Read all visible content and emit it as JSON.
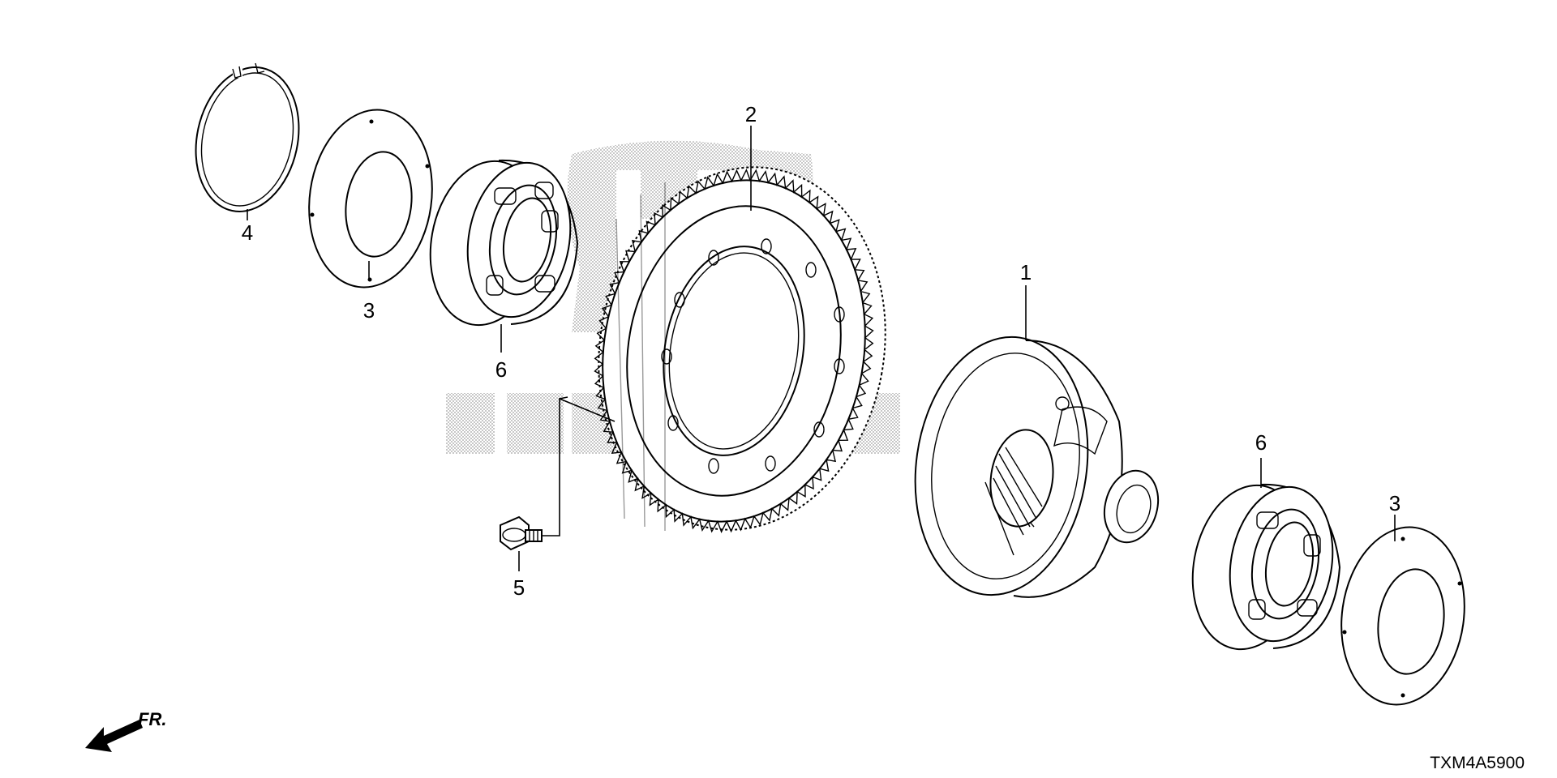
{
  "diagram": {
    "callouts": [
      {
        "id": "c1",
        "label": "1"
      },
      {
        "id": "c2",
        "label": "2"
      },
      {
        "id": "c3a",
        "label": "3"
      },
      {
        "id": "c3b",
        "label": "3"
      },
      {
        "id": "c4",
        "label": "4"
      },
      {
        "id": "c5",
        "label": "5"
      },
      {
        "id": "c6a",
        "label": "6"
      },
      {
        "id": "c6b",
        "label": "6"
      }
    ],
    "direction_label": "FR.",
    "drawing_code": "TXM4A5900",
    "watermark": "HONDA",
    "colors": {
      "line": "#000000",
      "background": "#ffffff",
      "watermark": "#9a9a9a"
    }
  }
}
